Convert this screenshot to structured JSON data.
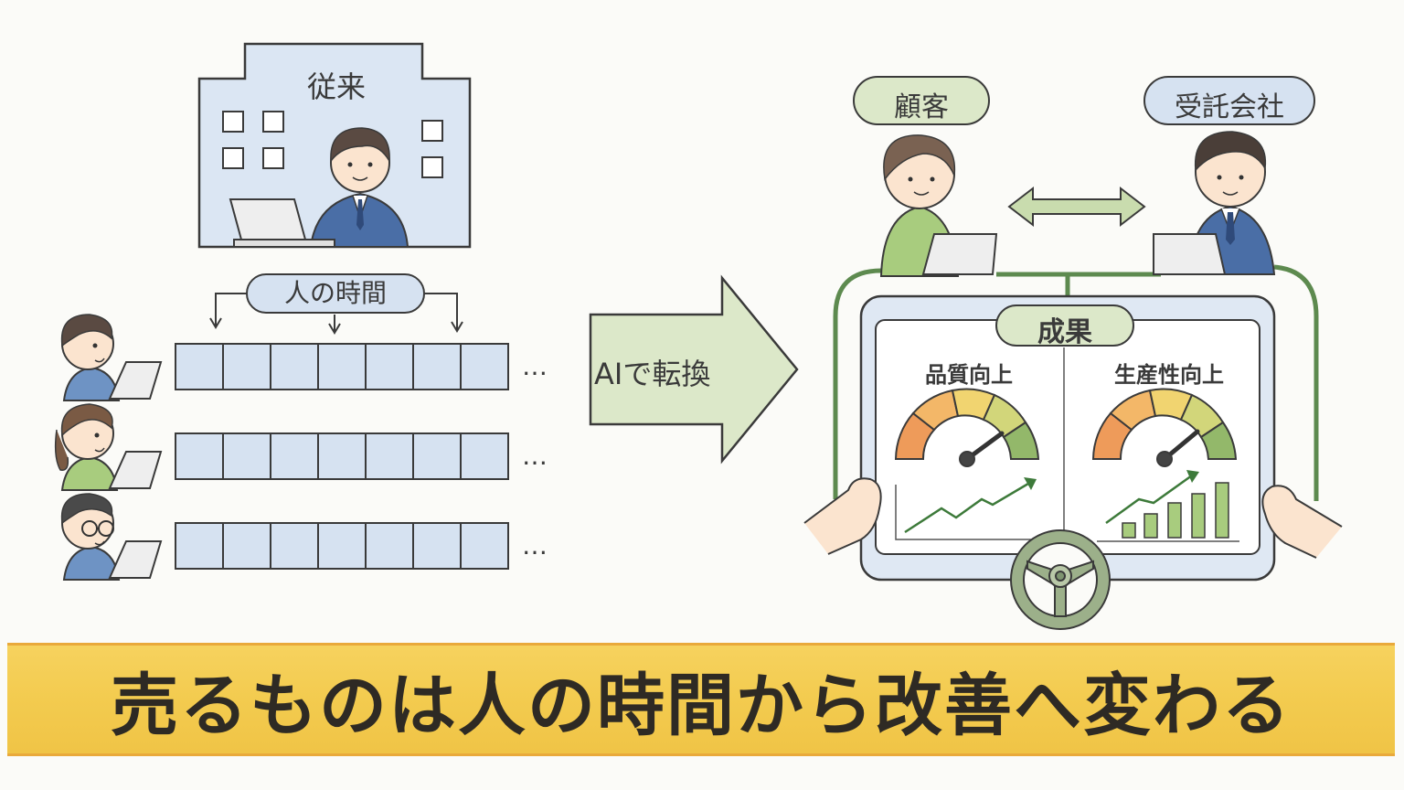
{
  "labels": {
    "traditional": "従来",
    "human_time": "人の時間",
    "ai_convert": "AIで転換",
    "customer": "顧客",
    "contractor": "受託会社",
    "results": "成果",
    "quality_up": "品質向上",
    "productivity_up": "生産性向上",
    "ellipsis": "…"
  },
  "banner": {
    "text": "売るものは人の時間から改善へ変わる"
  },
  "colors": {
    "blue_fill": "#d6e2f1",
    "green_fill": "#dce8c9",
    "green_line": "#5d8a4f",
    "banner": "#f3cb4f",
    "ink": "#3a3a3a"
  },
  "icons": [
    "building-icon",
    "person-icon",
    "laptop-icon",
    "gauge-icon",
    "steering-wheel-icon",
    "hand-icon",
    "double-arrow-icon",
    "big-arrow-icon"
  ]
}
